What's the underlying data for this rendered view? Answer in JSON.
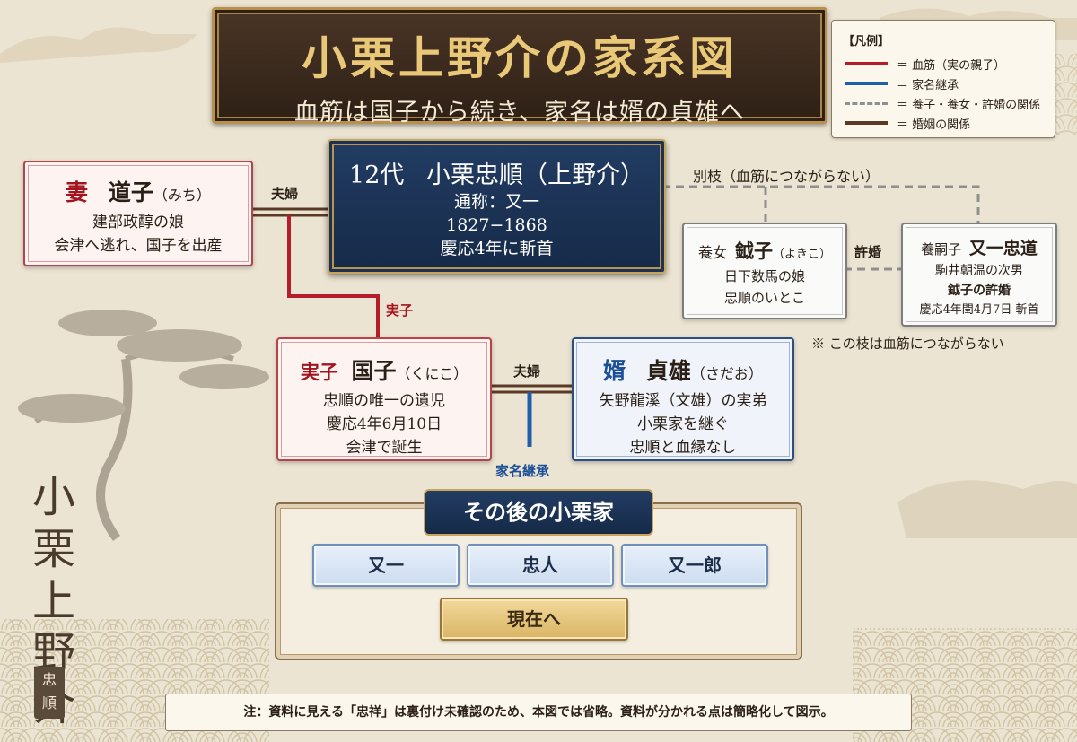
{
  "title": {
    "main": "小栗上野介の家系図",
    "subtitle": "血筋は国子から続き、家名は婿の貞雄へ"
  },
  "legend": {
    "title": "【凡例】",
    "items": [
      {
        "style": "red-solid",
        "color": "#b51d2a",
        "label": "＝ 血筋（実の親子）"
      },
      {
        "style": "blue-solid",
        "color": "#1f5faa",
        "label": "＝ 家名継承"
      },
      {
        "style": "gray-dashed",
        "color": "#8f8f8f",
        "label": "＝ 養子・養女・許婚の関係"
      },
      {
        "style": "brown-solid",
        "color": "#5a3a24",
        "label": "＝ 婚姻の関係"
      }
    ]
  },
  "people": {
    "michiko": {
      "role": "妻",
      "name": "道子",
      "reading": "（みち）",
      "lines": [
        "建部政醇の娘",
        "会津へ逃れ、国子を出産"
      ]
    },
    "tadamasa": {
      "generation": "12代",
      "name": "小栗忠順",
      "suffix": "（上野介）",
      "lines": [
        "通称：又一",
        "1827−1868",
        "慶応4年に斬首"
      ]
    },
    "yokiko": {
      "role": "養女",
      "name": "鉞子",
      "reading": "（よきこ）",
      "lines": [
        "日下数馬の娘",
        "忠順のいとこ"
      ]
    },
    "tadamichi": {
      "role": "養嗣子",
      "name": "又一忠道",
      "lines": [
        "駒井朝温の次男",
        "鉞子の許婚",
        "慶応4年閏4月7日 斬首"
      ]
    },
    "kuniko": {
      "role": "実子",
      "name": "国子",
      "reading": "（くにこ）",
      "lines": [
        "忠順の唯一の遺児",
        "慶応4年6月10日",
        "会津で誕生"
      ]
    },
    "sadao": {
      "role": "婿",
      "name": "貞雄",
      "reading": "（さだお）",
      "lines": [
        "矢野龍溪（文雄）の実弟",
        "小栗家を継ぐ",
        "忠順と血縁なし"
      ]
    }
  },
  "connectors": {
    "fufu1": "夫婦",
    "fufu2": "夫婦",
    "jisshi": "実子",
    "betsueda": "別枝（血筋につながらない）",
    "iinazuke": "許婚",
    "kamei": "家名継承",
    "branch_note": "※ この枝は血筋につながらない"
  },
  "after": {
    "title": "その後の小栗家",
    "descendants": [
      "又一",
      "忠人",
      "又一郎"
    ],
    "now": "現在へ"
  },
  "note": "注：資料に見える「忠祥」は裏付け未確認のため、本図では省略。資料が分かれる点は簡略化して図示。",
  "side_title": "小栗上野介",
  "seal": "忠順",
  "colors": {
    "bloodline": "#b51d2a",
    "succession": "#1f5faa",
    "marriage": "#5a3a24",
    "adoption": "#8f8f8f",
    "title_bg": "#3a2a1e",
    "title_gold": "#e9c878",
    "navy": "#1b3156"
  }
}
